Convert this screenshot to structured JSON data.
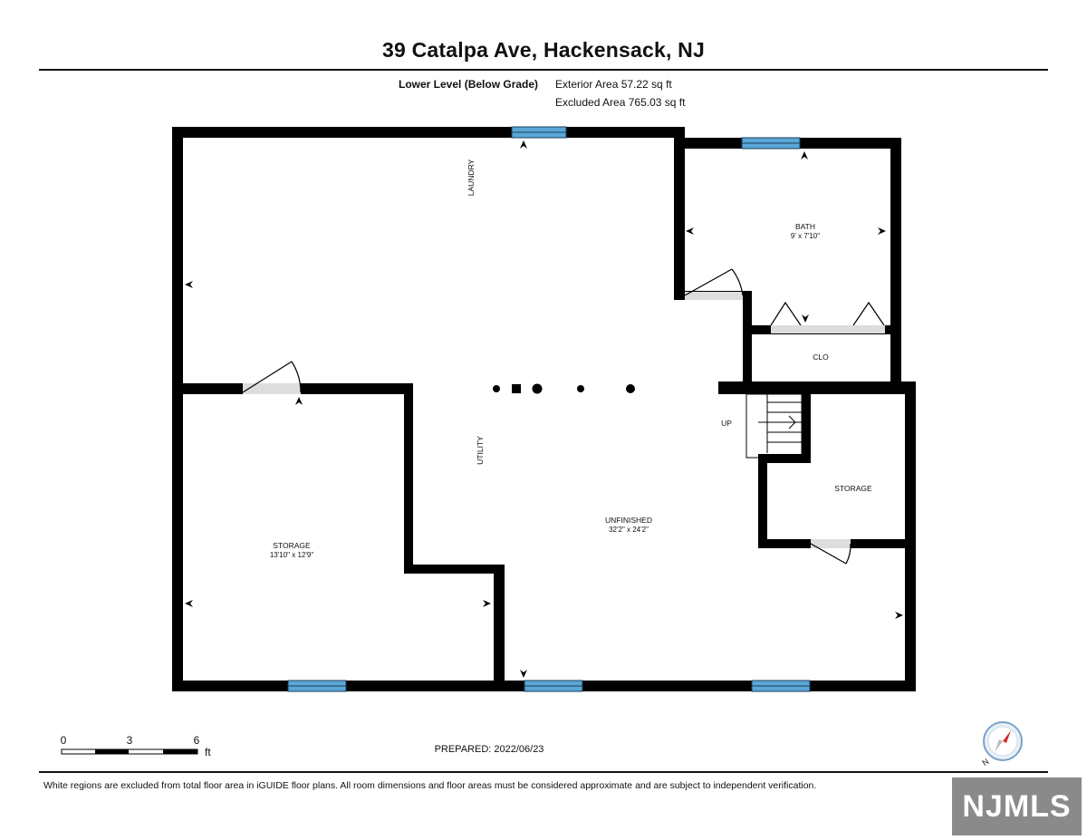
{
  "header": {
    "title": "39 Catalpa Ave, Hackensack, NJ",
    "level": "Lower Level (Below Grade)",
    "exterior_area": "Exterior Area 57.22 sq ft",
    "excluded_area": "Excluded Area 765.03 sq ft"
  },
  "rooms": {
    "laundry": "LAUNDRY",
    "bath": {
      "name": "BATH",
      "dims": "9' x 7'10\""
    },
    "closet": "CLO",
    "up": "UP",
    "utility": "UTILITY",
    "storage_left": {
      "name": "STORAGE",
      "dims": "13'10\" x 12'9\""
    },
    "unfinished": {
      "name": "UNFINISHED",
      "dims": "32'2\" x 24'2\""
    },
    "storage_right": "STORAGE"
  },
  "scale": {
    "ticks": [
      "0",
      "3",
      "6"
    ],
    "unit": "ft"
  },
  "compass": {
    "label": "N"
  },
  "footer": {
    "prepared": "PREPARED: 2022/06/23",
    "disclaimer": "White regions are excluded from total floor area in iGUIDE floor plans. All room dimensions and floor areas must be considered approximate and are subject to independent verification."
  },
  "logo": {
    "text": "NJMLS"
  },
  "colors": {
    "wall": "#000000",
    "window": "#5aa6d6",
    "door_threshold": "#dddddd",
    "logo_bg": "#8a8a8a"
  }
}
